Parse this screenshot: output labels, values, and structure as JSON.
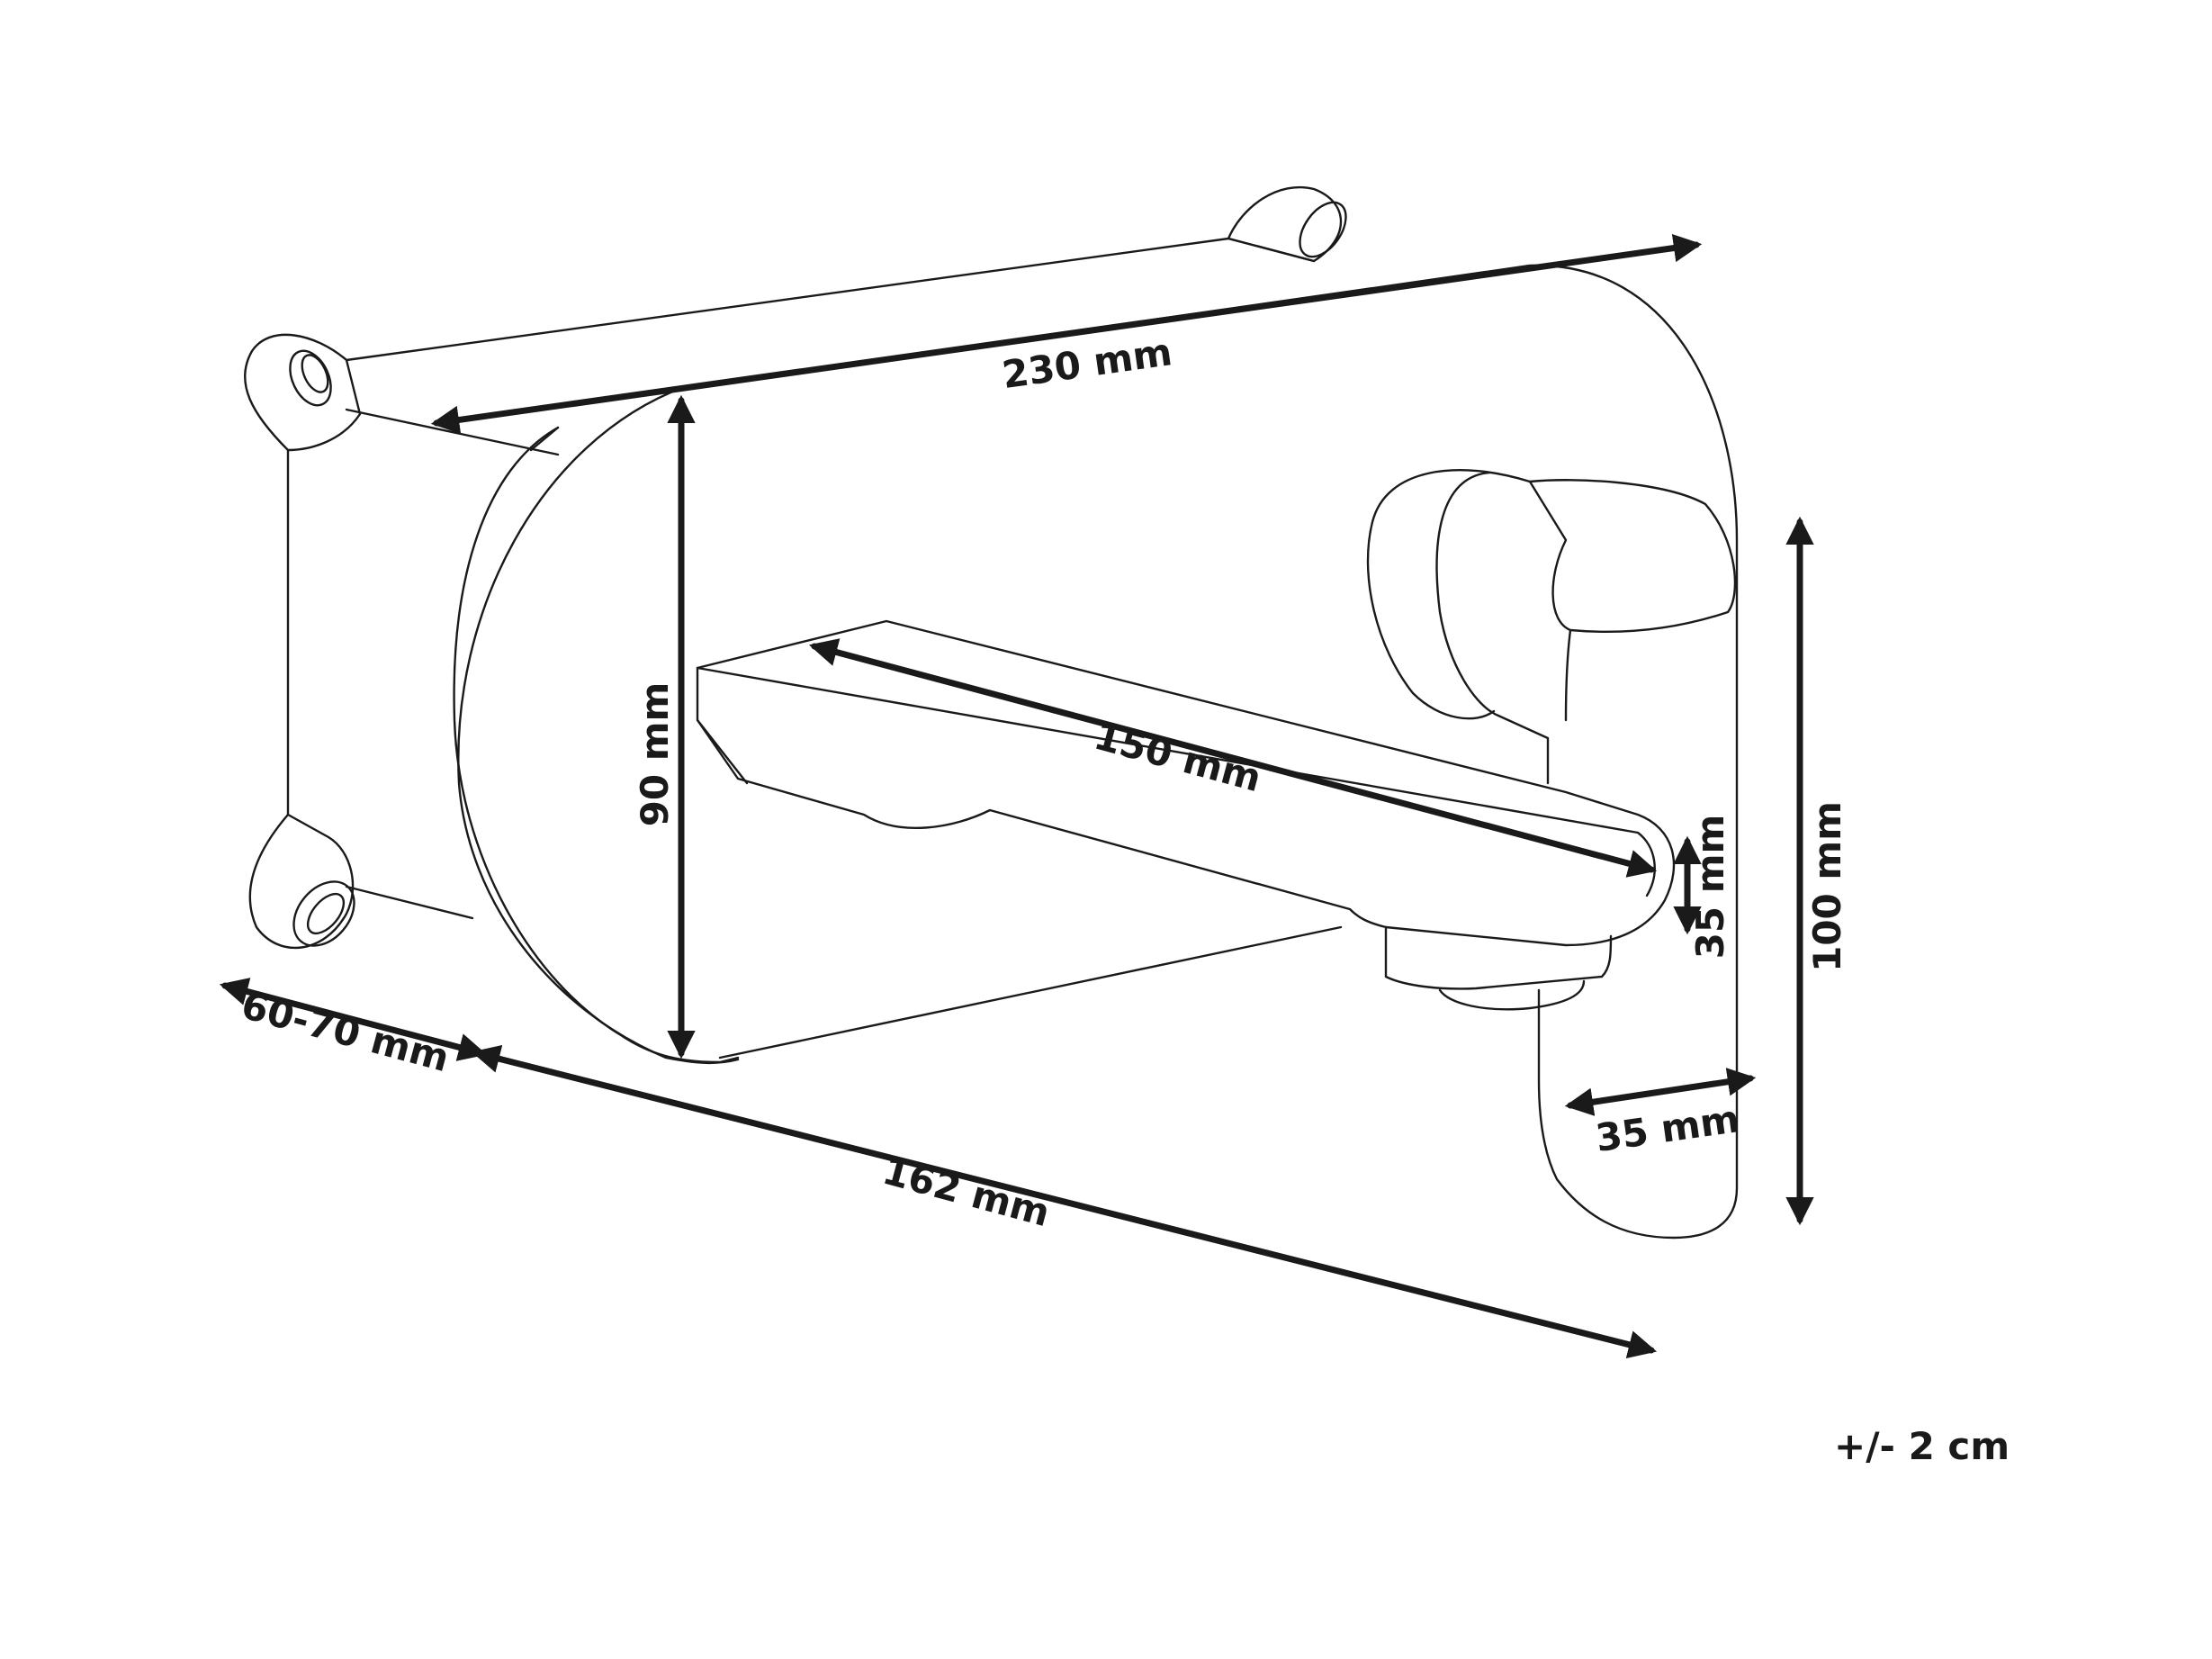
{
  "dimensions": {
    "width_mixer": "230 mm",
    "height_plate": "90 mm",
    "spout_length": "150 mm",
    "spout_height": "35 mm",
    "total_height": "100 mm",
    "plate_depth": "35 mm",
    "wall_depth": "60-70 mm",
    "total_length": "162 mm"
  },
  "tolerance_note": "+/- 2 cm",
  "colors": {
    "line": "#1a1a1a",
    "background": "#ffffff"
  }
}
